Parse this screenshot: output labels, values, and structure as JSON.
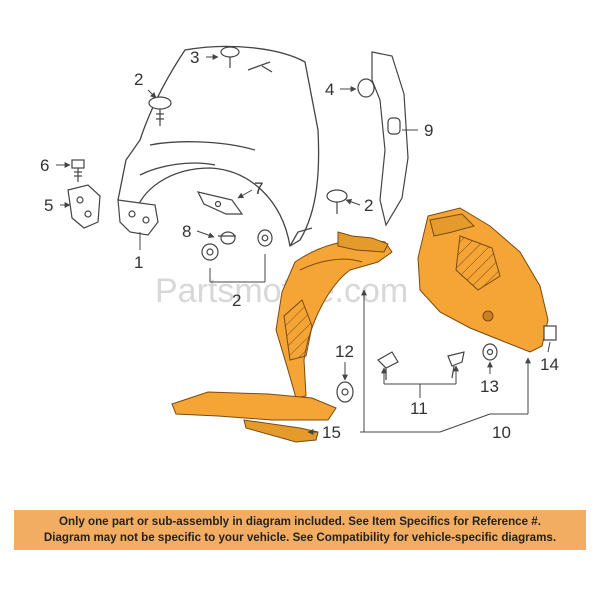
{
  "watermark": "Partsmotive.com",
  "callouts": {
    "c1": "1",
    "c2a": "2",
    "c2b": "2",
    "c2c": "2",
    "c3": "3",
    "c4": "4",
    "c5": "5",
    "c6": "6",
    "c7": "7",
    "c8": "8",
    "c9": "9",
    "c10": "10",
    "c11": "11",
    "c12": "12",
    "c13": "13",
    "c14": "14",
    "c15": "15"
  },
  "notice": {
    "line1": "Only one part or sub-assembly in diagram included. See Item Specifics for Reference #.",
    "line2": "Diagram may not be specific to your vehicle. See Compatibility for vehicle-specific diagrams."
  },
  "colors": {
    "part_fill": "#f5a535",
    "part_shadow": "#d98a1e",
    "line_art": "#444444",
    "notice_bg": "#f3ad63"
  }
}
